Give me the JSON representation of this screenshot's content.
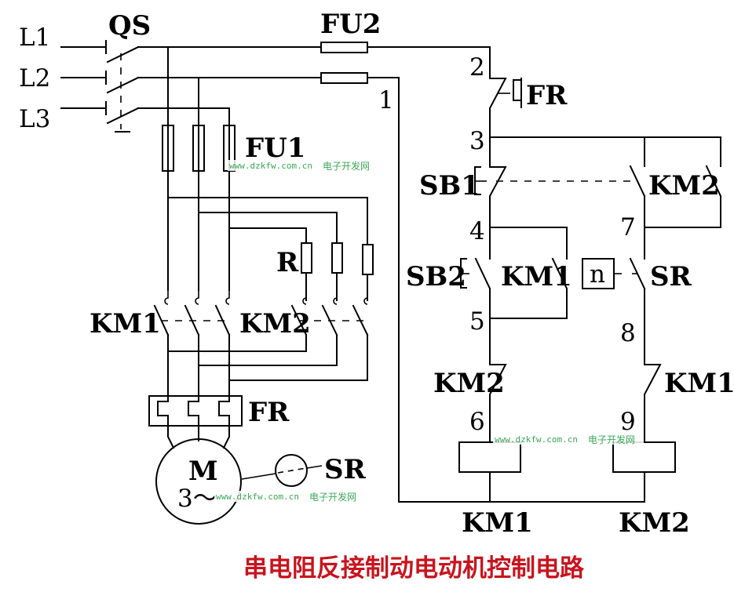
{
  "diagram": {
    "title": "串电阻反接制动电动机控制电路",
    "title_color": "#c8141e",
    "watermark": {
      "url": "www.dzkfw.com.cn",
      "site": "电子开发网",
      "color": "#3aa856"
    },
    "main_circuit": {
      "phases": [
        "L1",
        "L2",
        "L3"
      ],
      "switch": "QS",
      "fuse_main": "FU1",
      "resistor": "R",
      "contactor_forward": "KM1",
      "contactor_brake": "KM2",
      "overload": "FR",
      "motor": {
        "symbol": "M",
        "phase": "3～"
      },
      "speed_relay": "SR"
    },
    "control_circuit": {
      "fuse": "FU2",
      "nodes": [
        "1",
        "2",
        "3",
        "4",
        "5",
        "6",
        "7",
        "8",
        "9"
      ],
      "fr_contact": "FR",
      "stop_button": "SB1",
      "start_button": "SB2",
      "km1_hold": "KM1",
      "km2_contact": "KM2",
      "sr_contact": "SR",
      "sr_speed_box": "n",
      "km2_interlock": "KM2",
      "km1_interlock": "KM1",
      "coil_km1": "KM1",
      "coil_km2": "KM2"
    }
  }
}
